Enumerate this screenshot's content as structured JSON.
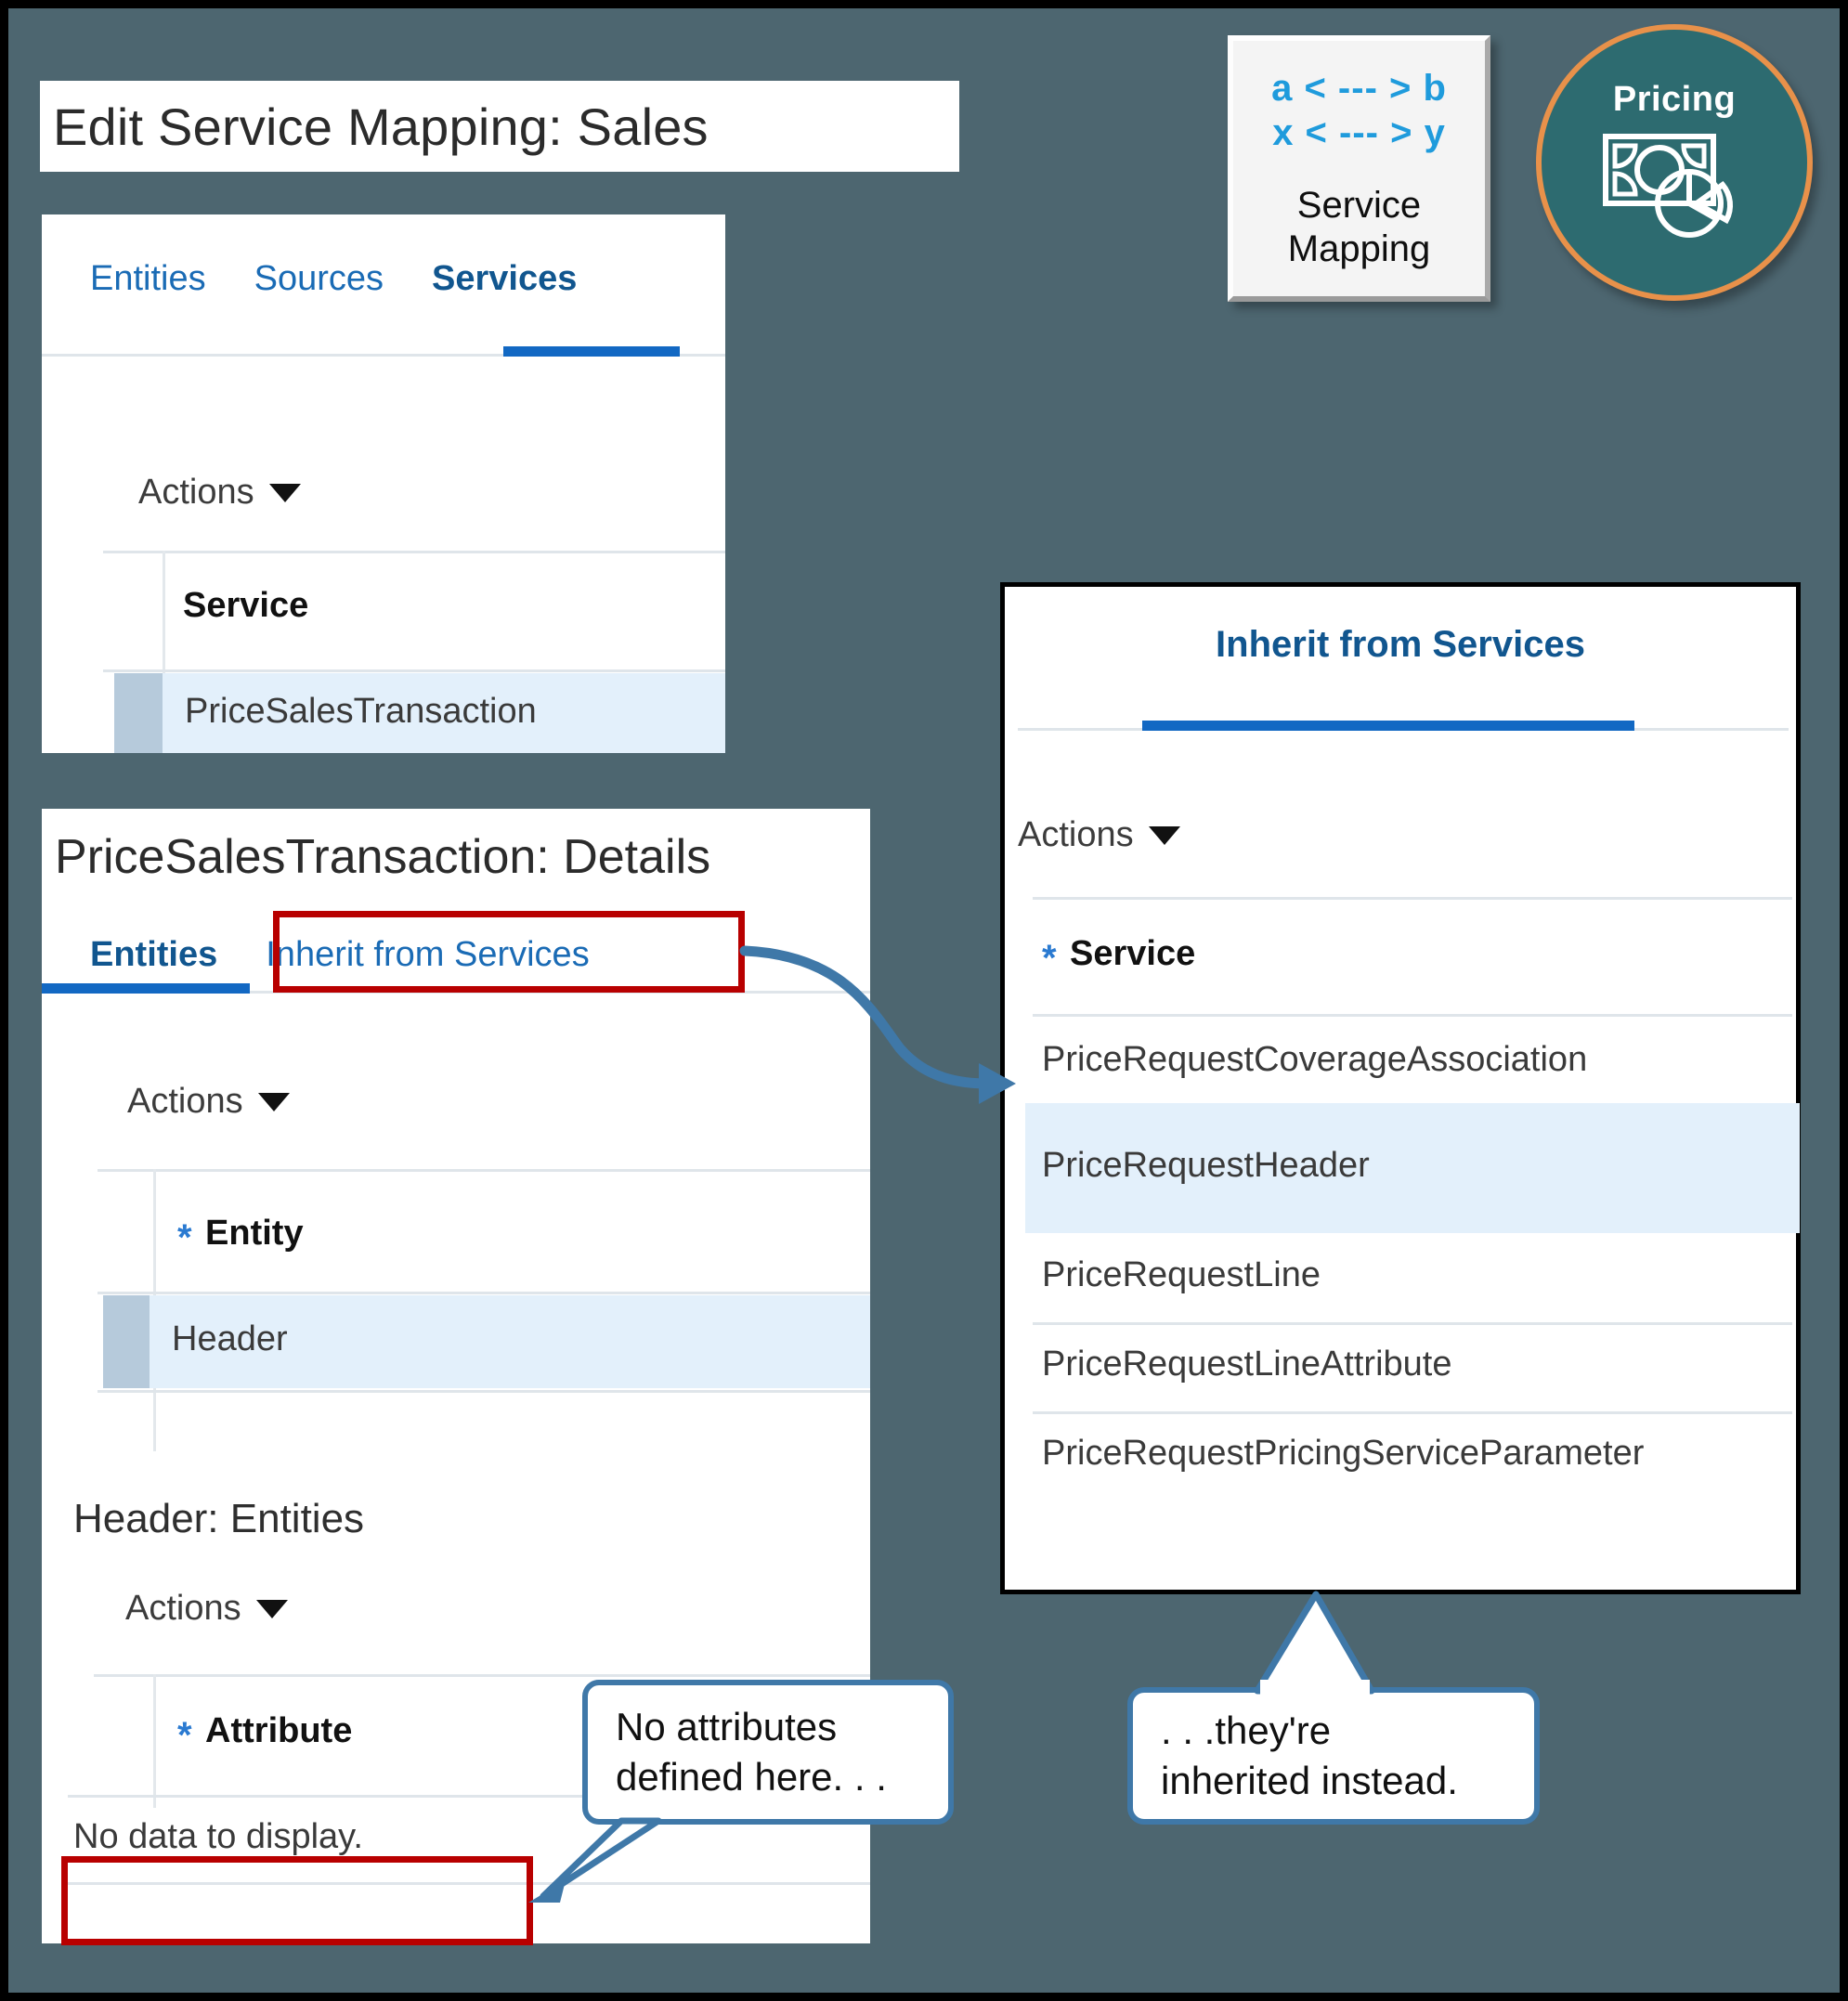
{
  "page": {
    "title": "Edit Service Mapping: Sales",
    "background_color": "#4d6670",
    "accent_blue": "#1268c3",
    "link_blue": "#1a6bb5",
    "highlight_red": "#b80000",
    "callout_blue": "#3f78a8",
    "row_select_blue": "#e3f0fb"
  },
  "legend": {
    "line1": "a < --- > b",
    "line2": "x < --- > y",
    "caption_line1": "Service",
    "caption_line2": "Mapping",
    "text_color": "#1f9bdc"
  },
  "pricing_badge": {
    "label": "Pricing",
    "icon": "money-pie-chart-icon",
    "fill_color": "#2d6b70",
    "ring_color": "#e8914a"
  },
  "services_panel": {
    "tabs": [
      {
        "label": "Entities",
        "selected": false
      },
      {
        "label": "Sources",
        "selected": false
      },
      {
        "label": "Services",
        "selected": true
      }
    ],
    "actions_label": "Actions",
    "actions_icon": "chevron-down-icon",
    "columns": [
      "Service"
    ],
    "rows": [
      {
        "service": "PriceSalesTransaction",
        "selected": true
      }
    ]
  },
  "details_panel": {
    "title": "PriceSalesTransaction: Details",
    "tabs": [
      {
        "label": "Entities",
        "selected": true
      },
      {
        "label": "Inherit from Services",
        "selected": false,
        "highlighted": true
      }
    ],
    "actions_label": "Actions",
    "actions_icon": "chevron-down-icon",
    "entity_column": "Entity",
    "entity_column_required": "*",
    "entity_rows": [
      {
        "entity": "Header",
        "selected": true
      }
    ],
    "subsection": {
      "title": "Header: Entities",
      "actions_label": "Actions",
      "actions_icon": "chevron-down-icon",
      "attribute_column": "Attribute",
      "attribute_column_required": "*",
      "empty_message": "No data to display."
    }
  },
  "inherit_panel": {
    "tab_label": "Inherit from Services",
    "actions_label": "Actions",
    "actions_icon": "chevron-down-icon",
    "service_column": "Service",
    "service_column_required": "*",
    "rows": [
      {
        "service": "PriceRequestCoverageAssociation",
        "selected": false
      },
      {
        "service": "PriceRequestHeader",
        "selected": true
      },
      {
        "service": "PriceRequestLine",
        "selected": false
      },
      {
        "service": "PriceRequestLineAttribute",
        "selected": false
      },
      {
        "service": "PriceRequestPricingServiceParameter",
        "selected": false
      }
    ]
  },
  "callouts": [
    {
      "text": "No attributes\ndefined here. . .",
      "name": "callout-no-attributes"
    },
    {
      "text": ". . .they're\ninherited instead.",
      "name": "callout-inherited-instead"
    }
  ]
}
